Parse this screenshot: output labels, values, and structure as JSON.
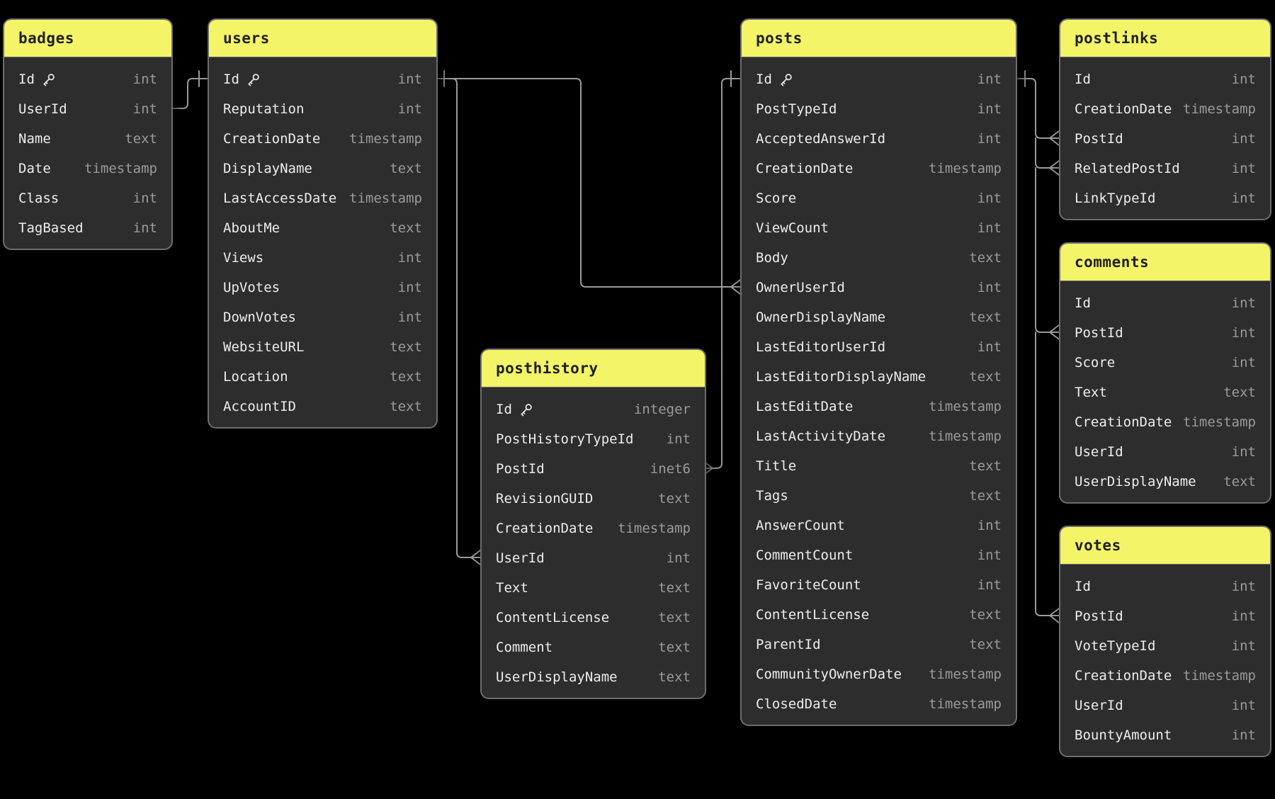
{
  "diagram": {
    "colors": {
      "background": "#000000",
      "header": "#f4f468",
      "header_text": "#1f1f1f",
      "card_bg": "#2d2d2d",
      "card_border": "#6d6d6d",
      "column_text": "#ededed",
      "type_text": "#9b9b9b",
      "line": "#9a9a9a"
    },
    "tables": [
      {
        "name": "badges",
        "columns": [
          {
            "name": "Id",
            "type": "int",
            "key": true
          },
          {
            "name": "UserId",
            "type": "int"
          },
          {
            "name": "Name",
            "type": "text"
          },
          {
            "name": "Date",
            "type": "timestamp"
          },
          {
            "name": "Class",
            "type": "int"
          },
          {
            "name": "TagBased",
            "type": "int"
          }
        ]
      },
      {
        "name": "users",
        "columns": [
          {
            "name": "Id",
            "type": "int",
            "key": true
          },
          {
            "name": "Reputation",
            "type": "int"
          },
          {
            "name": "CreationDate",
            "type": "timestamp"
          },
          {
            "name": "DisplayName",
            "type": "text"
          },
          {
            "name": "LastAccessDate",
            "type": "timestamp"
          },
          {
            "name": "AboutMe",
            "type": "text"
          },
          {
            "name": "Views",
            "type": "int"
          },
          {
            "name": "UpVotes",
            "type": "int"
          },
          {
            "name": "DownVotes",
            "type": "int"
          },
          {
            "name": "WebsiteURL",
            "type": "text"
          },
          {
            "name": "Location",
            "type": "text"
          },
          {
            "name": "AccountID",
            "type": "text"
          }
        ]
      },
      {
        "name": "posthistory",
        "columns": [
          {
            "name": "Id",
            "type": "integer",
            "key": true
          },
          {
            "name": "PostHistoryTypeId",
            "type": "int"
          },
          {
            "name": "PostId",
            "type": "inet6"
          },
          {
            "name": "RevisionGUID",
            "type": "text"
          },
          {
            "name": "CreationDate",
            "type": "timestamp"
          },
          {
            "name": "UserId",
            "type": "int"
          },
          {
            "name": "Text",
            "type": "text"
          },
          {
            "name": "ContentLicense",
            "type": "text"
          },
          {
            "name": "Comment",
            "type": "text"
          },
          {
            "name": "UserDisplayName",
            "type": "text"
          }
        ]
      },
      {
        "name": "posts",
        "columns": [
          {
            "name": "Id",
            "type": "int",
            "key": true
          },
          {
            "name": "PostTypeId",
            "type": "int"
          },
          {
            "name": "AcceptedAnswerId",
            "type": "int"
          },
          {
            "name": "CreationDate",
            "type": "timestamp"
          },
          {
            "name": "Score",
            "type": "int"
          },
          {
            "name": "ViewCount",
            "type": "int"
          },
          {
            "name": "Body",
            "type": "text"
          },
          {
            "name": "OwnerUserId",
            "type": "int"
          },
          {
            "name": "OwnerDisplayName",
            "type": "text"
          },
          {
            "name": "LastEditorUserId",
            "type": "int"
          },
          {
            "name": "LastEditorDisplayName",
            "type": "text"
          },
          {
            "name": "LastEditDate",
            "type": "timestamp"
          },
          {
            "name": "LastActivityDate",
            "type": "timestamp"
          },
          {
            "name": "Title",
            "type": "text"
          },
          {
            "name": "Tags",
            "type": "text"
          },
          {
            "name": "AnswerCount",
            "type": "int"
          },
          {
            "name": "CommentCount",
            "type": "int"
          },
          {
            "name": "FavoriteCount",
            "type": "int"
          },
          {
            "name": "ContentLicense",
            "type": "text"
          },
          {
            "name": "ParentId",
            "type": "text"
          },
          {
            "name": "CommunityOwnerDate",
            "type": "timestamp"
          },
          {
            "name": "ClosedDate",
            "type": "timestamp"
          }
        ]
      },
      {
        "name": "postlinks",
        "columns": [
          {
            "name": "Id",
            "type": "int"
          },
          {
            "name": "CreationDate",
            "type": "timestamp"
          },
          {
            "name": "PostId",
            "type": "int"
          },
          {
            "name": "RelatedPostId",
            "type": "int"
          },
          {
            "name": "LinkTypeId",
            "type": "int"
          }
        ]
      },
      {
        "name": "comments",
        "columns": [
          {
            "name": "Id",
            "type": "int"
          },
          {
            "name": "PostId",
            "type": "int"
          },
          {
            "name": "Score",
            "type": "int"
          },
          {
            "name": "Text",
            "type": "text"
          },
          {
            "name": "CreationDate",
            "type": "timestamp"
          },
          {
            "name": "UserId",
            "type": "int"
          },
          {
            "name": "UserDisplayName",
            "type": "text"
          }
        ]
      },
      {
        "name": "votes",
        "columns": [
          {
            "name": "Id",
            "type": "int"
          },
          {
            "name": "PostId",
            "type": "int"
          },
          {
            "name": "VoteTypeId",
            "type": "int"
          },
          {
            "name": "CreationDate",
            "type": "timestamp"
          },
          {
            "name": "UserId",
            "type": "int"
          },
          {
            "name": "BountyAmount",
            "type": "int"
          }
        ]
      }
    ],
    "relations": [
      {
        "from": "badges.UserId",
        "to": "users.Id"
      },
      {
        "from": "posts.OwnerUserId",
        "to": "users.Id"
      },
      {
        "from": "posthistory.UserId",
        "to": "users.Id"
      },
      {
        "from": "posthistory.PostId",
        "to": "posts.Id"
      },
      {
        "from": "postlinks.PostId",
        "to": "posts.Id"
      },
      {
        "from": "postlinks.RelatedPostId",
        "to": "posts.Id"
      },
      {
        "from": "comments.PostId",
        "to": "posts.Id"
      },
      {
        "from": "votes.PostId",
        "to": "posts.Id"
      }
    ]
  }
}
